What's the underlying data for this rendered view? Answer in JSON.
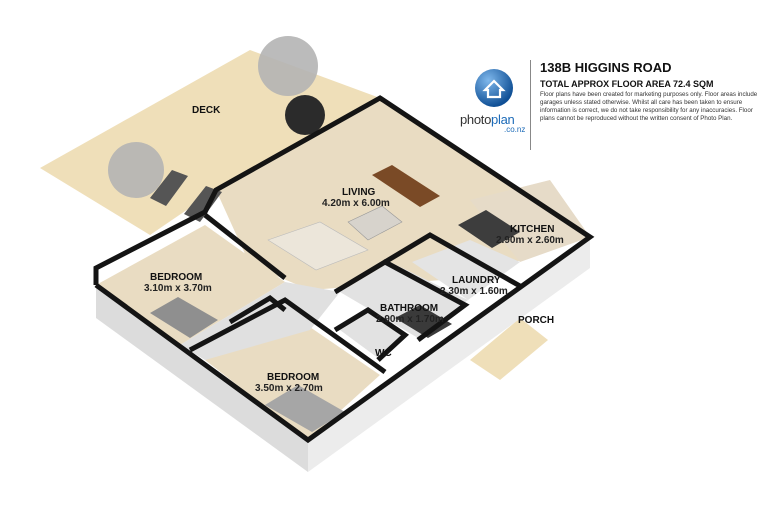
{
  "header": {
    "title": "138B HIGGINS ROAD",
    "subtitle": "TOTAL APPROX FLOOR AREA 72.4 SQM",
    "disclaimer": "Floor plans have been created for marketing purposes only. Floor areas include garages unless stated otherwise. Whilst all care has been taken to ensure information is correct, we do not take responsibility for any inaccuracies. Floor plans cannot be reproduced without the written consent of Photo Plan."
  },
  "logo": {
    "name_part1": "photo",
    "name_part2": "plan",
    "domain": ".co.nz",
    "icon": "house-globe-icon"
  },
  "areas": {
    "deck": "DECK",
    "porch": "PORCH"
  },
  "rooms": {
    "living": {
      "name": "LIVING",
      "size": "4.20m x 6.00m"
    },
    "kitchen": {
      "name": "KITCHEN",
      "size": "2.90m x 2.60m"
    },
    "laundry": {
      "name": "LAUNDRY",
      "size": "2.30m x 1.60m"
    },
    "bathroom": {
      "name": "BATHROOM",
      "size": "2.90m x 1.70m"
    },
    "wc": {
      "name": "WC"
    },
    "bedroom1": {
      "name": "BEDROOM",
      "size": "3.10m x 3.70m"
    },
    "bedroom2": {
      "name": "BEDROOM",
      "size": "3.50m x 2.70m"
    }
  },
  "colors": {
    "floor": "#e9dcc2",
    "deck": "#ecd9ad",
    "wall_top": "#141414",
    "wall_face": "#e6e6e6",
    "logo_blue": "#1d6bb8"
  }
}
